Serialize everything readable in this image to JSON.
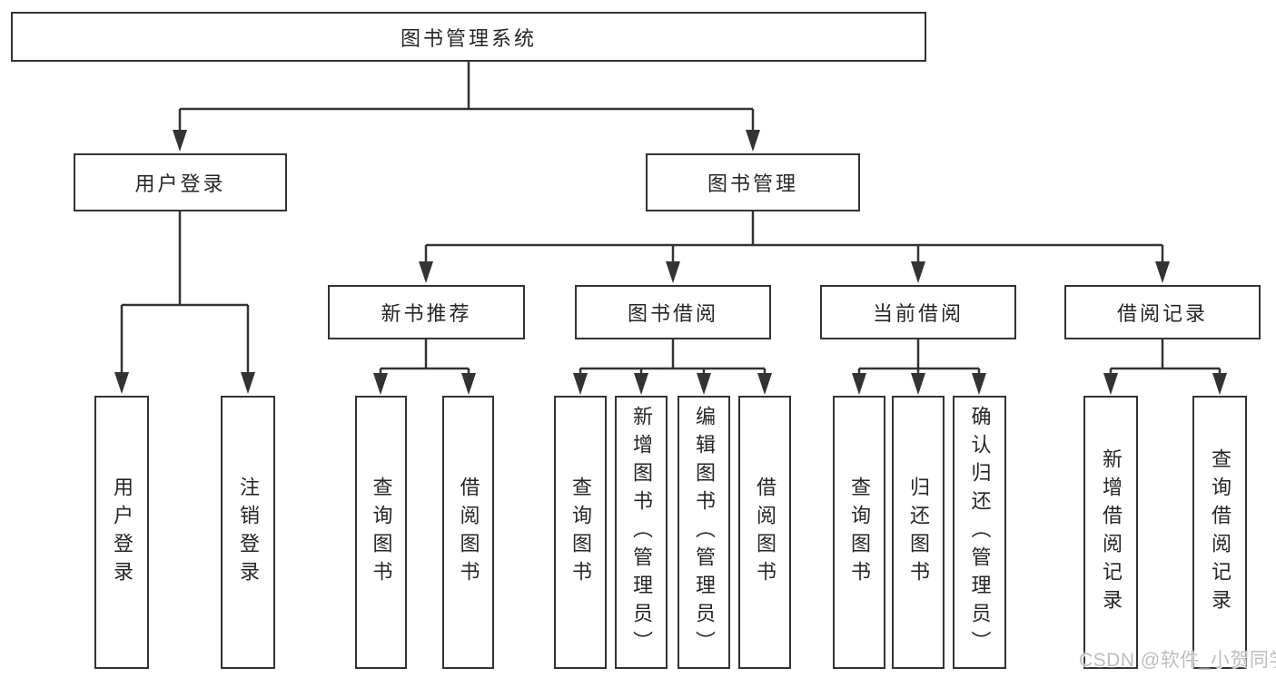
{
  "diagram": {
    "root": {
      "label": "图书管理系统"
    },
    "branches": [
      {
        "label": "用户登录",
        "children": [
          "用户登录",
          "注销登录"
        ]
      },
      {
        "label": "图书管理",
        "groups": [
          {
            "label": "新书推荐",
            "children": [
              "查询图书",
              "借阅图书"
            ]
          },
          {
            "label": "图书借阅",
            "children": [
              "查询图书",
              "新增图书（管理员）",
              "编辑图书（管理员）",
              "借阅图书"
            ]
          },
          {
            "label": "当前借阅",
            "children": [
              "查询图书",
              "归还图书",
              "确认归还（管理员）"
            ]
          },
          {
            "label": "借阅记录",
            "children": [
              "新增借阅记录",
              "查询借阅记录"
            ]
          }
        ]
      }
    ],
    "colors": {
      "line": "#333333",
      "text": "#262626",
      "background": "#ffffff",
      "watermark": "#b9b9b9"
    },
    "watermark": "CSDN @软件_小贺同学"
  }
}
